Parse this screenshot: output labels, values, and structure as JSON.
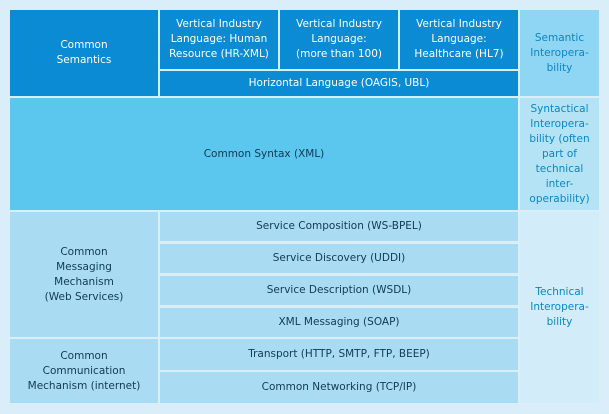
{
  "semantics": {
    "label": "Common\nSemantics",
    "vertical": [
      "Vertical Industry\nLanguage: Human\nResource (HR-XML)",
      "Vertical Industry\nLanguage:\n(more than 100)",
      "Vertical Industry\nLanguage:\nHealthcare (HL7)"
    ],
    "horizontal": "Horizontal Language (OAGIS, UBL)",
    "side": "Semantic\nInteropera-\nbility"
  },
  "syntax": {
    "label": "Common Syntax (XML)",
    "side": "Syntactical\nInteropera-\nbility (often\npart of\ntechnical inter-\noperability)"
  },
  "messaging": {
    "label": "Common\nMessaging\nMechanism\n(Web Services)",
    "items": [
      "Service Composition (WS-BPEL)",
      "Service Discovery (UDDI)",
      "Service Description (WSDL)",
      "XML Messaging (SOAP)"
    ]
  },
  "communication": {
    "label": "Common\nCommunication\nMechanism (internet)",
    "items": [
      "Transport (HTTP, SMTP, FTP, BEEP)",
      "Common Networking (TCP/IP)"
    ]
  },
  "technical_side": "Technical\nInteropera-\nbility"
}
